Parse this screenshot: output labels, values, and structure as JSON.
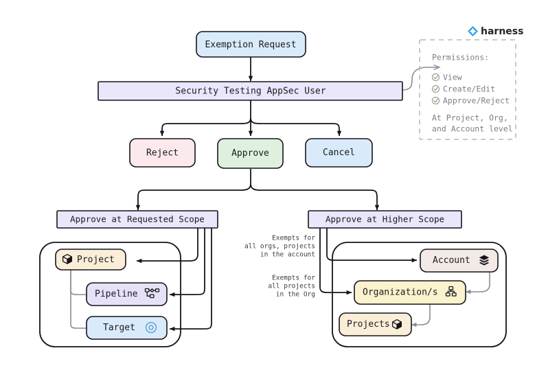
{
  "brand": {
    "name": "harness",
    "logo_icon": "harness-diamond-icon",
    "logo_color": "#2da2e3"
  },
  "flow": {
    "entry": {
      "label": "Exemption Request",
      "fill": "#d9ebfb",
      "stroke": "#14141a"
    },
    "role": {
      "label": "Security Testing AppSec User",
      "fill": "#eae6fb",
      "stroke": "#14141a"
    },
    "actions": [
      {
        "id": "reject",
        "label": "Reject",
        "fill": "#fbe9eb",
        "stroke": "#14141a"
      },
      {
        "id": "approve",
        "label": "Approve",
        "fill": "#dff0de",
        "stroke": "#14141a"
      },
      {
        "id": "cancel",
        "label": "Cancel",
        "fill": "#d9ebfb",
        "stroke": "#14141a"
      }
    ],
    "scopes": [
      {
        "id": "requested",
        "label": "Approve at Requested Scope",
        "fill": "#eae6fb",
        "stroke": "#14141a"
      },
      {
        "id": "higher",
        "label": "Approve at Higher Scope",
        "fill": "#eae6fb",
        "stroke": "#14141a"
      }
    ]
  },
  "permissions": {
    "title": "Permissions:",
    "items": [
      {
        "label": "View",
        "icon": "check-circle-icon"
      },
      {
        "label": "Create/Edit",
        "icon": "check-circle-icon"
      },
      {
        "label": "Approve/Reject",
        "icon": "check-circle-icon"
      }
    ],
    "footer_line1": "At Project, Org,",
    "footer_line2": "and Account level",
    "border_color": "#b4b7bd",
    "text_color": "#7b7f87"
  },
  "requested_scope_group": {
    "nodes": [
      {
        "id": "project",
        "label": "Project",
        "icon": "cube-icon",
        "icon_side": "left",
        "fill": "#fbeed9",
        "stroke": "#14141a"
      },
      {
        "id": "pipeline",
        "label": "Pipeline",
        "icon": "pipeline-nodes-icon",
        "icon_side": "right",
        "fill": "#e6e1f7",
        "stroke": "#14141a"
      },
      {
        "id": "target",
        "label": "Target",
        "icon": "target-circle-icon",
        "icon_side": "right",
        "fill": "#d9ebfb",
        "stroke": "#14141a"
      }
    ]
  },
  "higher_scope_group": {
    "nodes": [
      {
        "id": "account",
        "label": "Account",
        "icon": "layers-icon",
        "icon_side": "right",
        "fill": "#f3e9e7",
        "stroke": "#14141a"
      },
      {
        "id": "organizations",
        "label": "Organization/s",
        "icon": "org-tree-icon",
        "icon_side": "right",
        "fill": "#fbf3cd",
        "stroke": "#14141a"
      },
      {
        "id": "projects",
        "label": "Projects",
        "icon": "cube-icon",
        "icon_side": "right",
        "fill": "#fbeed9",
        "stroke": "#14141a"
      }
    ],
    "annotations": [
      {
        "id": "account-exempt",
        "lines": [
          "Exempts for",
          "all orgs, projects",
          "in the account"
        ]
      },
      {
        "id": "org-exempt",
        "lines": [
          "Exempts for",
          "all projects",
          "in the Org"
        ]
      }
    ]
  }
}
